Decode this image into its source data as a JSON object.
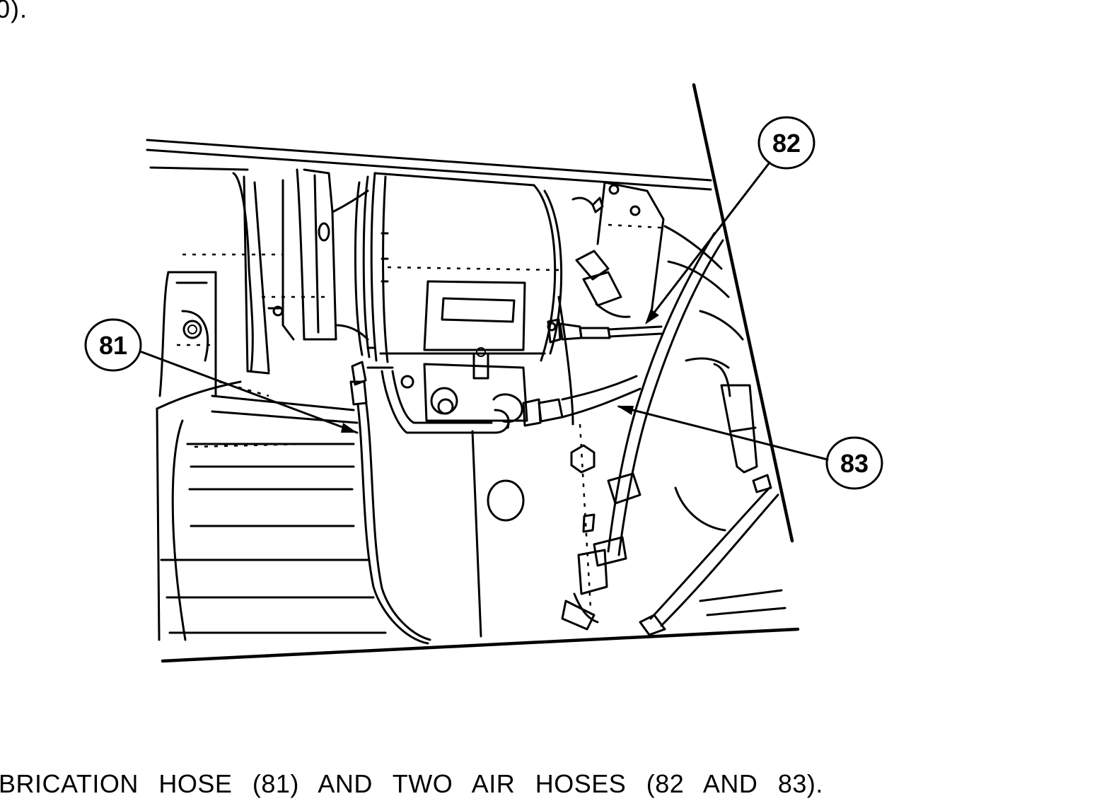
{
  "page_text": {
    "top_fragment": "0).",
    "caption": "BRICATION HOSE (81) AND TWO AIR HOSES (82 AND 83)."
  },
  "callouts": [
    {
      "id": "81",
      "label": "81"
    },
    {
      "id": "82",
      "label": "82"
    },
    {
      "id": "83",
      "label": "83"
    }
  ],
  "colors": {
    "ink": "#000000",
    "paper": "#ffffff"
  }
}
